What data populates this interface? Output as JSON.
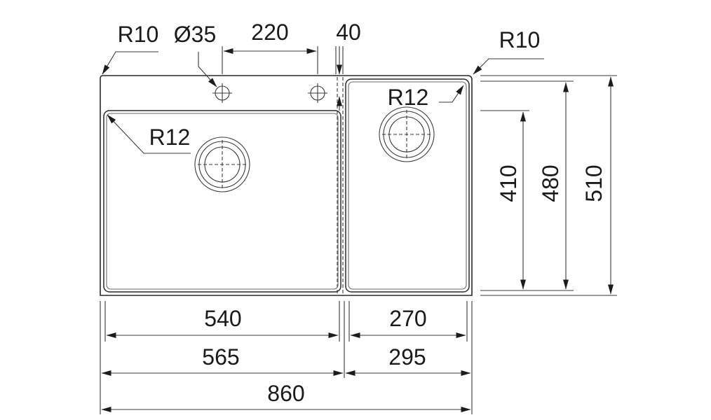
{
  "colors": {
    "line": "#2a2a2a",
    "text": "#1a1a1a",
    "background": "#ffffff"
  },
  "labels": {
    "r10_left": "R10",
    "hole_diameter": "Ø35",
    "hole_spacing": "220",
    "hole_offset": "40",
    "r10_right": "R10",
    "r12_small": "R12",
    "r12_large": "R12",
    "height_410": "410",
    "height_480": "480",
    "height_510": "510",
    "width_540": "540",
    "width_270": "270",
    "width_565": "565",
    "width_295": "295",
    "width_860": "860"
  }
}
